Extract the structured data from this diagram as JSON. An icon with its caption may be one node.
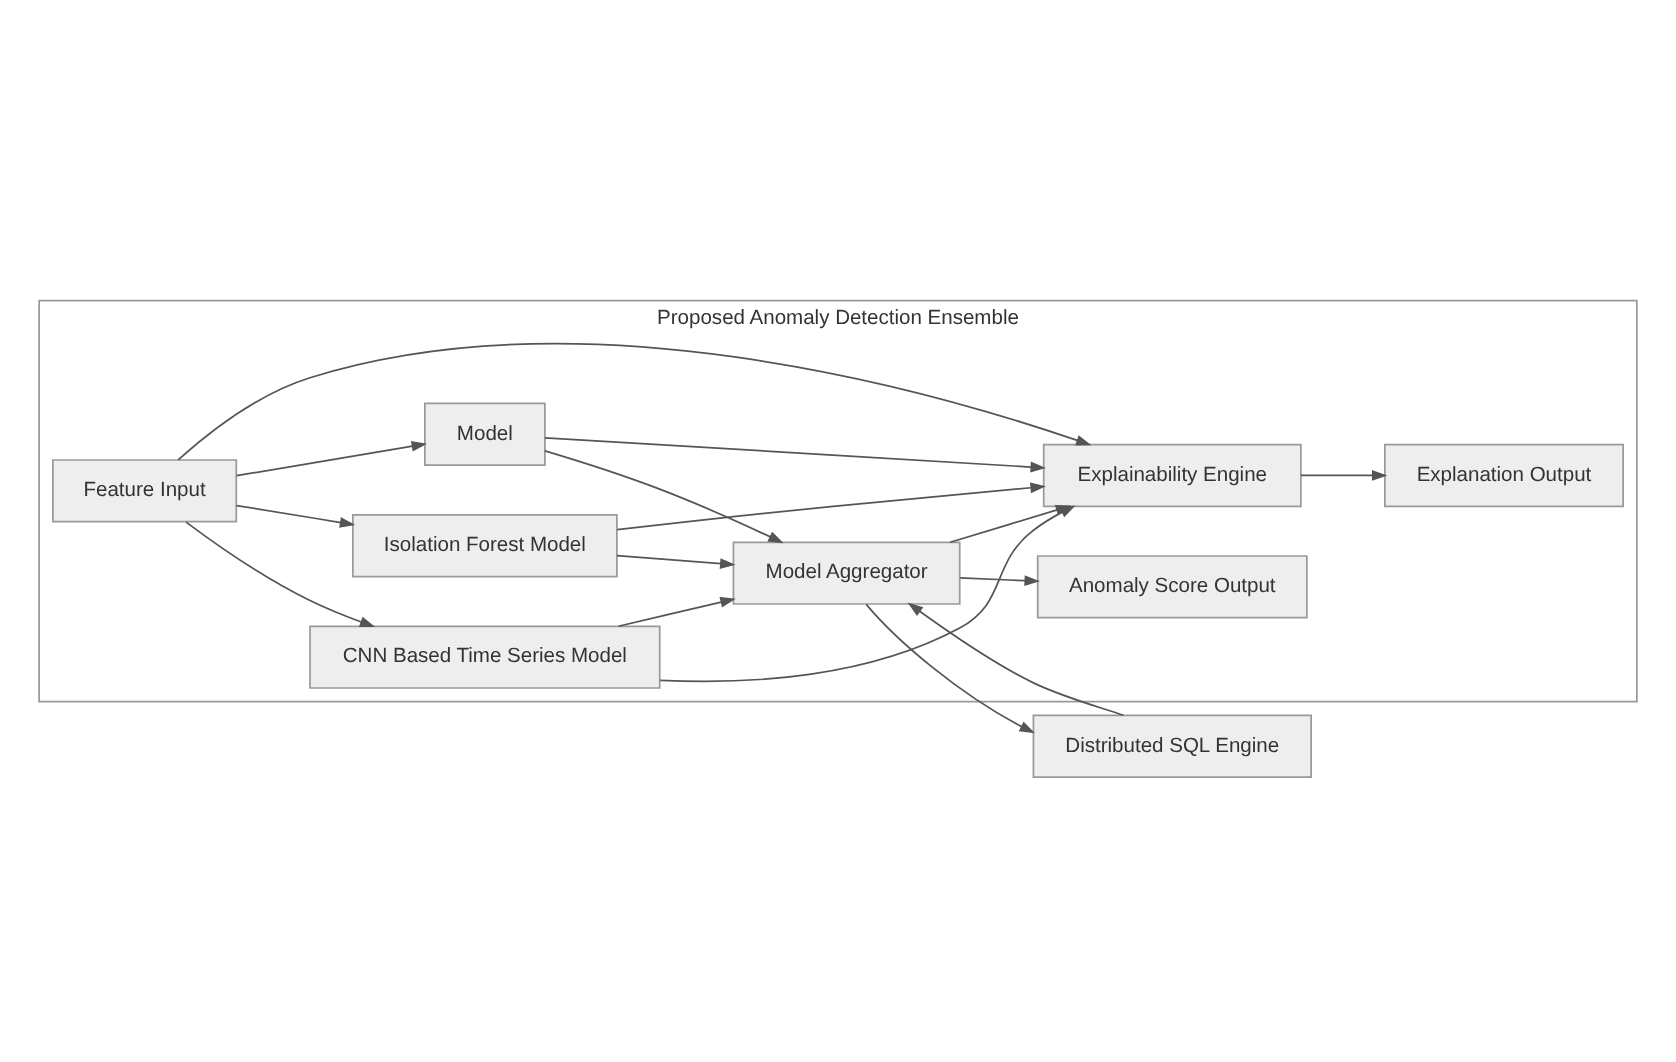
{
  "diagram": {
    "nodes": [
      {
        "text": [
          "Proposed Anomaly Detection Ensemble"
        ]
      },
      {
        "text": [
          "Feature Input"
        ],
        "in": 0
      },
      {
        "text": [
          "Isolation Forest Model"
        ],
        "in": 0
      },
      {
        "text": [
          "Model"
        ],
        "in": 0
      },
      {
        "text": [
          "CNN Based Time Series Model"
        ],
        "in": 0
      },
      {
        "text": [
          "Model Aggregator"
        ],
        "in": 0
      },
      {
        "text": [
          "Explainability Engine"
        ],
        "in": 0
      },
      {
        "text": [
          "Anomaly Score Output"
        ],
        "in": 0
      },
      {
        "text": [
          "Explanation Output"
        ],
        "in": 0
      },
      {
        "text": [
          "Distributed SQL Engine"
        ]
      }
    ],
    "edges": [
      {
        "from": 1,
        "to": 2,
        "arrow": "to"
      },
      {
        "from": 1,
        "to": 3,
        "arrow": "to"
      },
      {
        "from": 1,
        "to": 4,
        "arrow": "to"
      },
      {
        "from": 1,
        "to": 6,
        "arrow": "to"
      },
      {
        "from": 2,
        "to": 5,
        "arrow": "to"
      },
      {
        "from": 2,
        "to": 6,
        "arrow": "to"
      },
      {
        "from": 3,
        "to": 5,
        "arrow": "to"
      },
      {
        "from": 3,
        "to": 6,
        "arrow": "to"
      },
      {
        "from": 4,
        "to": 5,
        "arrow": "to"
      },
      {
        "from": 4,
        "to": 6,
        "arrow": "to"
      },
      {
        "from": 5,
        "to": 6,
        "arrow": "to"
      },
      {
        "from": 5,
        "to": 7,
        "arrow": "to"
      },
      {
        "from": 5,
        "to": 9,
        "arrow": "to"
      },
      {
        "from": 9,
        "to": 5,
        "arrow": "to"
      },
      {
        "from": 6,
        "to": 8,
        "arrow": "to"
      }
    ]
  }
}
